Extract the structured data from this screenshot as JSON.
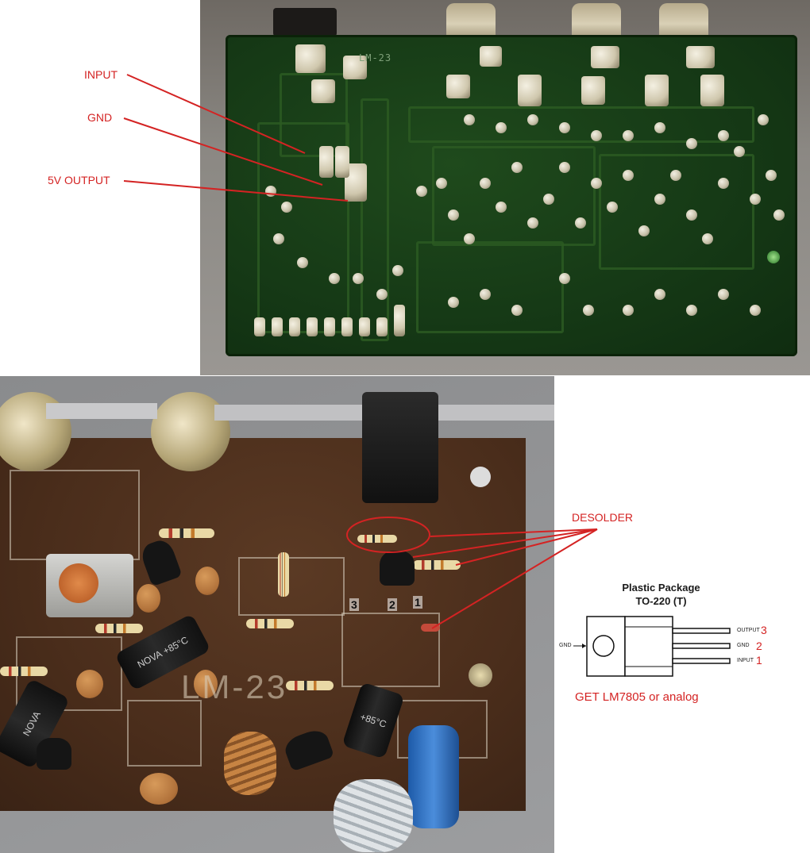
{
  "annotations": {
    "input": "INPUT",
    "gnd": "GND",
    "output_5v": "5V OUTPUT",
    "desolder": "DESOLDER",
    "get_part": "GET LM7805 or analog"
  },
  "top_photo": {
    "board_silk": "LM-23"
  },
  "bottom_photo": {
    "board_silk": "LM-23",
    "pins": [
      "3",
      "2",
      "1"
    ],
    "cap_label_a": "NOVA",
    "cap_label_b": "+85°C"
  },
  "package_diagram": {
    "title": "Plastic Package",
    "subtitle": "TO-220 (T)",
    "gnd_label": "GND",
    "pins": [
      {
        "label": "OUTPUT",
        "number": "3"
      },
      {
        "label": "GND",
        "number": "2"
      },
      {
        "label": "INPUT",
        "number": "1"
      }
    ]
  },
  "colors": {
    "annotation_red": "#d42323"
  }
}
